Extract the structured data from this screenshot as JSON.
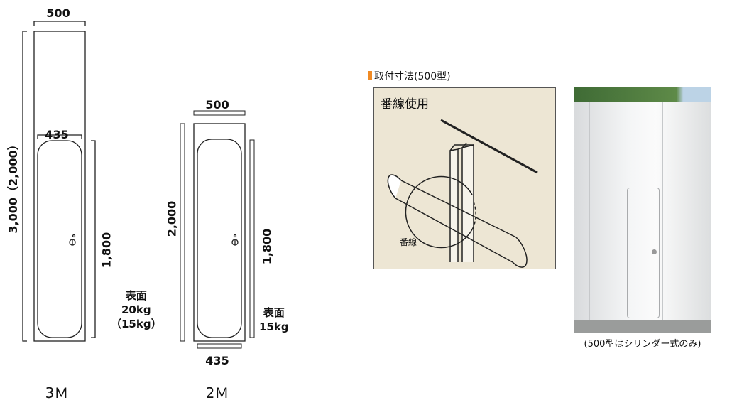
{
  "model_3m": {
    "width_outer": "500",
    "width_inner": "435",
    "height_outer": "3,000（2,000）",
    "height_inner": "1,800",
    "weight_label": "表面",
    "weight": "20kg",
    "weight_alt": "（15kg）",
    "name": "3Ｍ"
  },
  "model_2m": {
    "width_outer": "500",
    "width_inner": "435",
    "height_outer": "2,000",
    "height_inner": "1,800",
    "weight_label": "表面",
    "weight": "15kg",
    "name": "2Ｍ"
  },
  "install": {
    "title": "取付寸法(500型)",
    "box_title": "番線使用",
    "wire_label": "番線",
    "accent": "#f08a24"
  },
  "photo": {
    "caption": "(500型はシリンダー式のみ)"
  }
}
